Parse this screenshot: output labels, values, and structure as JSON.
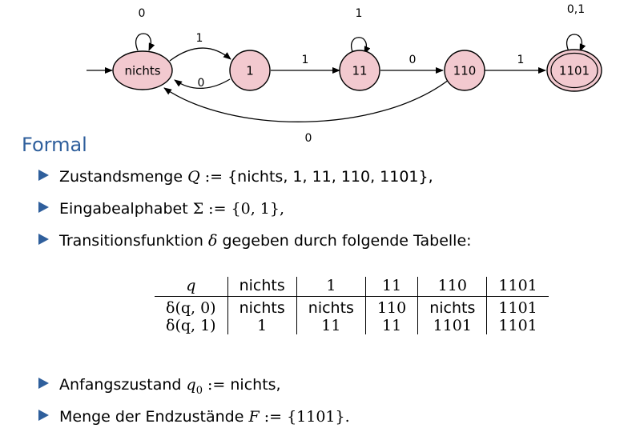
{
  "diagram": {
    "states": [
      "nichts",
      "1",
      "11",
      "110",
      "1101"
    ],
    "transitions": [
      {
        "from": "nichts",
        "to": "nichts",
        "label": "0"
      },
      {
        "from": "nichts",
        "to": "1",
        "label": "1"
      },
      {
        "from": "1",
        "to": "nichts",
        "label": "0"
      },
      {
        "from": "1",
        "to": "11",
        "label": "1"
      },
      {
        "from": "11",
        "to": "11",
        "label": "1"
      },
      {
        "from": "11",
        "to": "110",
        "label": "0"
      },
      {
        "from": "110",
        "to": "1101",
        "label": "1"
      },
      {
        "from": "110",
        "to": "nichts",
        "label": "0"
      },
      {
        "from": "1101",
        "to": "1101",
        "label": "0,1"
      }
    ],
    "start_state": "nichts",
    "accepting_states": [
      "1101"
    ],
    "colors": {
      "node_fill": "#f2c9cf",
      "heading": "#2f5f9c",
      "bullet": "#2f5f9c"
    }
  },
  "heading": "Formal",
  "bullets": {
    "b1": {
      "text": "Zustandsmenge",
      "symbol": "Q",
      "assign": " := ",
      "set": "{nichts, 1, 11, 110, 1101},"
    },
    "b2": {
      "text": "Eingabealphabet",
      "symbol": "Σ",
      "assign": " := ",
      "set": "{0, 1},"
    },
    "b3": {
      "text_before": "Transitionsfunktion",
      "symbol": "δ",
      "text_after": "gegeben durch folgende Tabelle:"
    },
    "b4": {
      "text": "Anfangszustand",
      "symbol": "q",
      "subscript": "0",
      "assign": " := ",
      "value": "nichts,"
    },
    "b5": {
      "text": "Menge der Endzustände",
      "symbol": "F",
      "assign": " := ",
      "set": "{1101}."
    }
  },
  "table": {
    "header": [
      "q",
      "nichts",
      "1",
      "11",
      "110",
      "1101"
    ],
    "rows": [
      [
        "δ(q, 0)",
        "nichts",
        "nichts",
        "110",
        "nichts",
        "1101"
      ],
      [
        "δ(q, 1)",
        "1",
        "11",
        "11",
        "1101",
        "1101"
      ]
    ]
  }
}
